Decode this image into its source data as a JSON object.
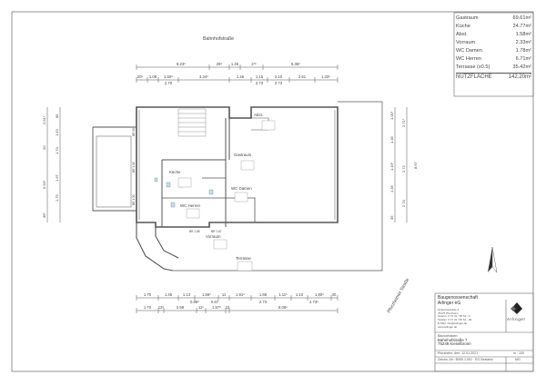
{
  "street_top": "Bahnhofstraße",
  "street_side": "Pforzheimer Straße",
  "areas": [
    {
      "name": "Gastraum",
      "value": "69.61m²"
    },
    {
      "name": "Küche",
      "value": "24.77m²"
    },
    {
      "name": "Abst.",
      "value": "1.58m²"
    },
    {
      "name": "Vorraum",
      "value": "2.33m²"
    },
    {
      "name": "WC Damen",
      "value": "1.78m²"
    },
    {
      "name": "WC Herren",
      "value": "6.71m²"
    },
    {
      "name": "Terrasse (x0.5)",
      "value": "35.42m²"
    }
  ],
  "total": {
    "name": "NUTZFLÄCHE",
    "value": "142.20m²"
  },
  "rooms": {
    "abst": "Abst.",
    "gastraum": "Gastraum",
    "kueche": "Küche",
    "wc_damen": "WC Damen",
    "wc_herren": "WC Herren",
    "vorraum": "Vorraum",
    "terrasse": "Terrasse"
  },
  "dims": {
    "top1": [
      "8.23⁵",
      "26⁵",
      "1.46",
      "2⁷⁵",
      "6.36⁵"
    ],
    "top2": [
      "20⁵",
      "1.08",
      "1.60⁵",
      "3.34⁵",
      "1.46",
      "1.15",
      "2.10",
      "2.61",
      "1.33⁵"
    ],
    "top2_sub": [
      "2.70",
      "2.73",
      "2.73"
    ],
    "bottom1": [
      "1.70",
      "1.45",
      "1.13",
      "1.56⁵",
      "11",
      "1.91⁵",
      "1.68",
      "1.11⁵",
      "1.10",
      "1.80⁵",
      "40"
    ],
    "bottom1_sub": [
      "0.86⁵",
      "0.67",
      "2.73",
      "2.73⁵"
    ],
    "bottom2": [
      "1.70",
      "12⁵",
      "2.58",
      "11⁵",
      "1.67⁵",
      "22",
      "8.06⁵"
    ]
  },
  "title_block": {
    "company_1": "Baugenossenschaft",
    "company_2": "Arlinger eG",
    "address_lines": [
      "Hubertusstraße 4",
      "75175 Pforzheim",
      "Telefon: 0 72 31 / 56 62 - 0",
      "Telefax: 0 72 31 / 56 62 - 99",
      "E-Mail: info@arlinger.de",
      "www.arlinger.de"
    ],
    "logo_text": "Arlinger",
    "project_label": "Bauvorhaben:",
    "project_1": "Bahnhofstraße 7",
    "project_2": "75249 Kieselbronn",
    "date_label": "Pforzheim, den: 12.01.2021",
    "scale": "m : 100",
    "drawing_no": "Zeichn.-Nr.: B050.1.001 · EG Bestand",
    "drawn_by": "MG"
  }
}
